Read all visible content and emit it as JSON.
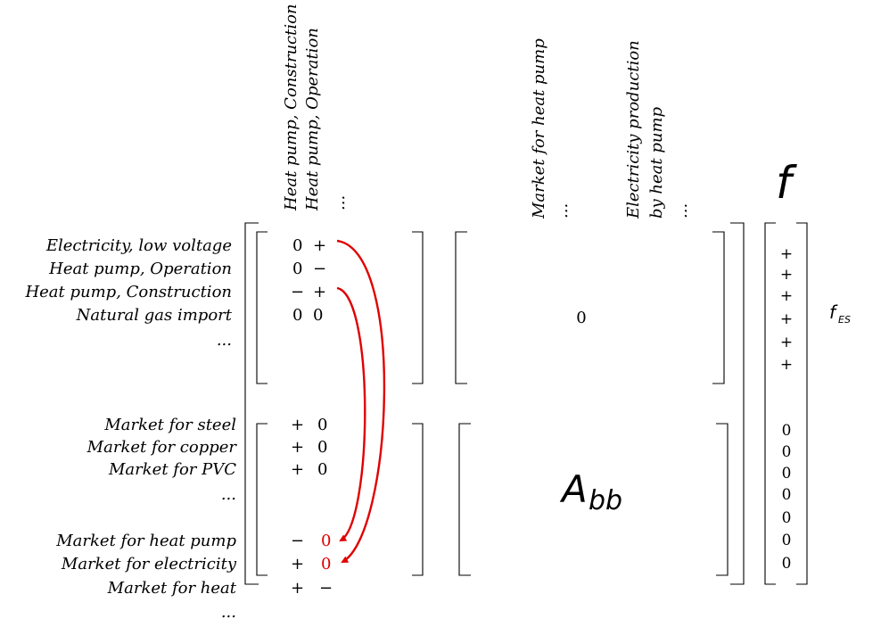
{
  "column_labels": [
    "Heat pump, Construction",
    "Heat pump, Operation",
    "...",
    "Market for heat pump",
    "...",
    "Electricity production",
    "by heat pump",
    "..."
  ],
  "row_labels": [
    "Electricity, low voltage",
    "Heat pump, Operation",
    "Heat pump, Construction",
    "Natural gas import",
    "...",
    "Market for steel",
    "Market for copper",
    "Market for PVC",
    "...",
    "Market for heat pump",
    "Market for electricity",
    "Market for heat",
    "..."
  ],
  "cells": [
    "0",
    "+",
    "0",
    "−",
    "−",
    "+",
    "0",
    "0",
    "+",
    "0",
    "+",
    "0",
    "+",
    "0",
    "−",
    "0",
    "+",
    "0",
    "+",
    "−"
  ],
  "zero_block": "0",
  "abb_block": {
    "main": "A",
    "sub": "bb"
  },
  "f_symbol": "f",
  "f_values": [
    "+",
    "+",
    "+",
    "+",
    "+",
    "+",
    "0",
    "0",
    "0",
    "0",
    "0",
    "0",
    "0"
  ],
  "f_es": {
    "main": "f",
    "sub": "ES"
  },
  "colors": {
    "arrow": "#e00000",
    "highlight_cell": "#e00000",
    "text": "#000000"
  }
}
